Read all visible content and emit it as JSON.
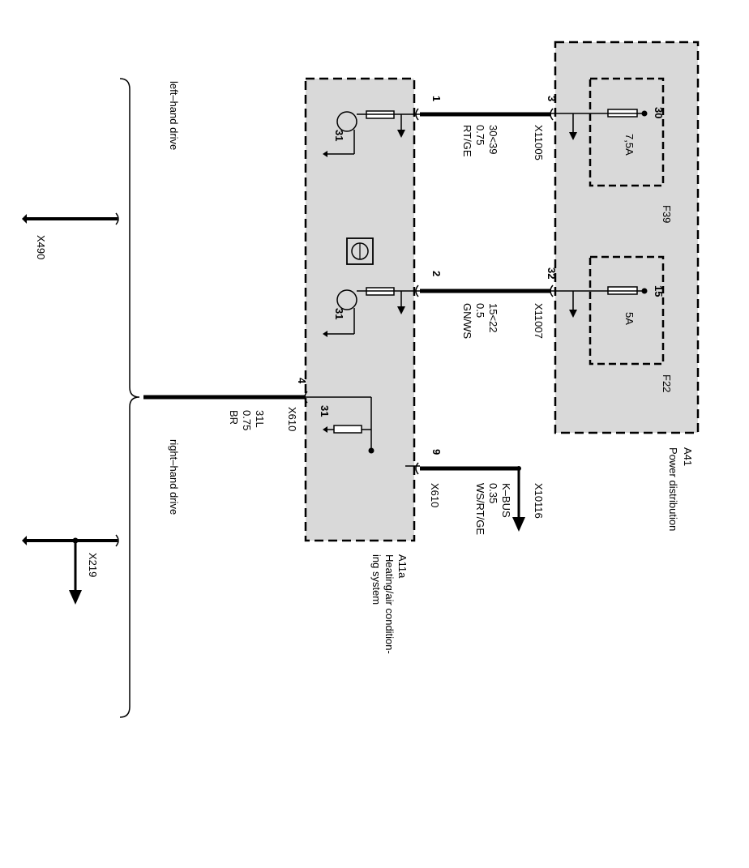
{
  "modules": {
    "a41": {
      "code": "A41",
      "name": "Power distribution"
    },
    "a11a": {
      "code": "A11a",
      "name_line1": "Heating/air condition-",
      "name_line2": "ing system"
    }
  },
  "fuses": [
    {
      "id": "F39",
      "terminal": "30",
      "rating": "7,5A"
    },
    {
      "id": "F22",
      "terminal": "15",
      "rating": "5A"
    }
  ],
  "wires": [
    {
      "module_pin": "1",
      "a41_pin": "3",
      "connector": "X11005",
      "circuit": "30<39",
      "gauge": "0.75",
      "color": "RT/GE"
    },
    {
      "module_pin": "2",
      "a41_pin": "32",
      "connector": "X11007",
      "circuit": "15<22",
      "gauge": "0.5",
      "color": "GN/WS"
    },
    {
      "module_pin": "4",
      "connector": "X610",
      "circuit": "31L",
      "gauge": "0.75",
      "color": "BR"
    },
    {
      "module_pin": "9",
      "connector": "X610",
      "destination": "X10116",
      "circuit": "K–BUS",
      "gauge": "0.35",
      "color": "WS/RT/GE"
    }
  ],
  "ground_label": "31",
  "drive": {
    "left": "left–hand drive",
    "right": "right–hand drive"
  },
  "grounds": {
    "left": "X490",
    "right": "X219"
  }
}
